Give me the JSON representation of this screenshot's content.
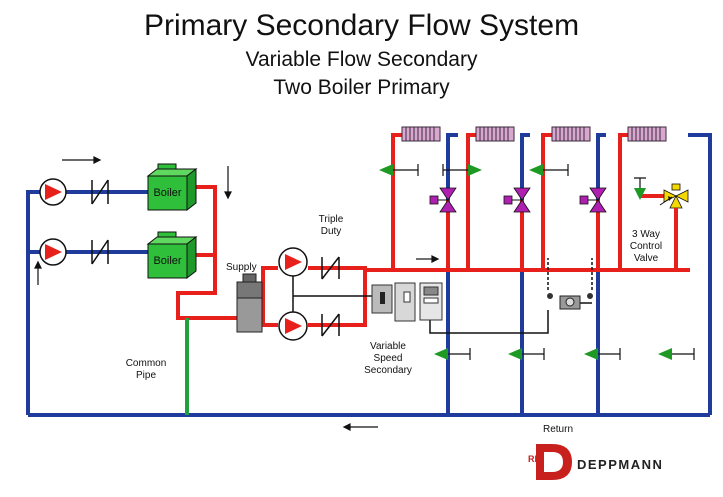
{
  "title": "Primary Secondary Flow System",
  "subtitle1": "Variable Flow Secondary",
  "subtitle2": "Two Boiler Primary",
  "labels": {
    "boiler1": "Boiler",
    "boiler2": "Boiler",
    "supply": "Supply",
    "triple_duty_1": "Triple",
    "triple_duty_2": "Duty",
    "common_pipe_1": "Common",
    "common_pipe_2": "Pipe",
    "vss_1": "Variable",
    "vss_2": "Speed",
    "vss_3": "Secondary",
    "valve_1": "3 Way",
    "valve_2": "Control",
    "valve_3": "Valve",
    "return": "Return"
  },
  "logo": {
    "mark": "RL",
    "name": "DEPPMANN"
  },
  "colors": {
    "supply": "#e8201c",
    "return": "#1f3c9c",
    "common": "#20a040",
    "pump": "#e8201c",
    "boiler": "#2fbf3a",
    "balancing_valve": "#1e9a24",
    "two_way_valve": "#b020b0",
    "three_way_valve": "#f5d800",
    "radiator": "#d8a8d0"
  }
}
